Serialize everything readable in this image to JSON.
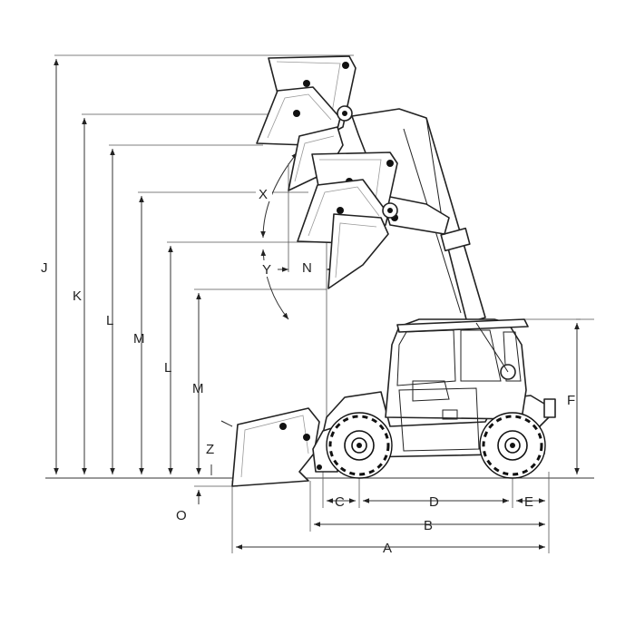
{
  "diagram": {
    "labels": {
      "A": "A",
      "B": "B",
      "C": "C",
      "D": "D",
      "E": "E",
      "F": "F",
      "J": "J",
      "K": "K",
      "L1": "L",
      "M1": "M",
      "L2": "L",
      "M2": "M",
      "N": "N",
      "O": "O",
      "X": "X",
      "Y": "Y",
      "Z": "Z"
    }
  }
}
